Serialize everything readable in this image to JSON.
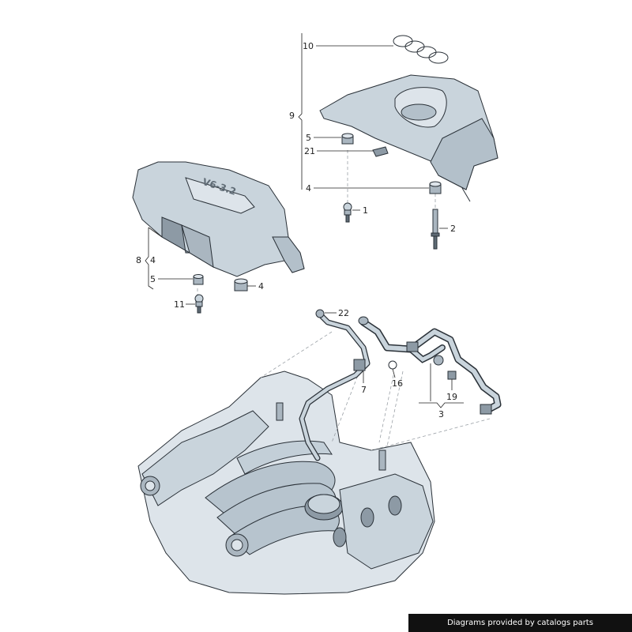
{
  "callouts": {
    "c10": "10",
    "c9": "9",
    "c5a": "5",
    "c21": "21",
    "c4a": "4",
    "c1": "1",
    "c2": "2",
    "c8": "8",
    "c4b": "4",
    "c5b": "5",
    "c4c": "4",
    "c11": "11",
    "c22": "22",
    "c7": "7",
    "c16": "16",
    "c19": "19",
    "c3": "3"
  },
  "cover_badge": "V6-3.2",
  "credit": "Diagrams provided by catalogs parts",
  "colors": {
    "part_fill": "#c9d4dc",
    "part_shadow": "#8d9aa5",
    "part_dark": "#5f6b75",
    "engine_fill": "#dde4ea"
  }
}
